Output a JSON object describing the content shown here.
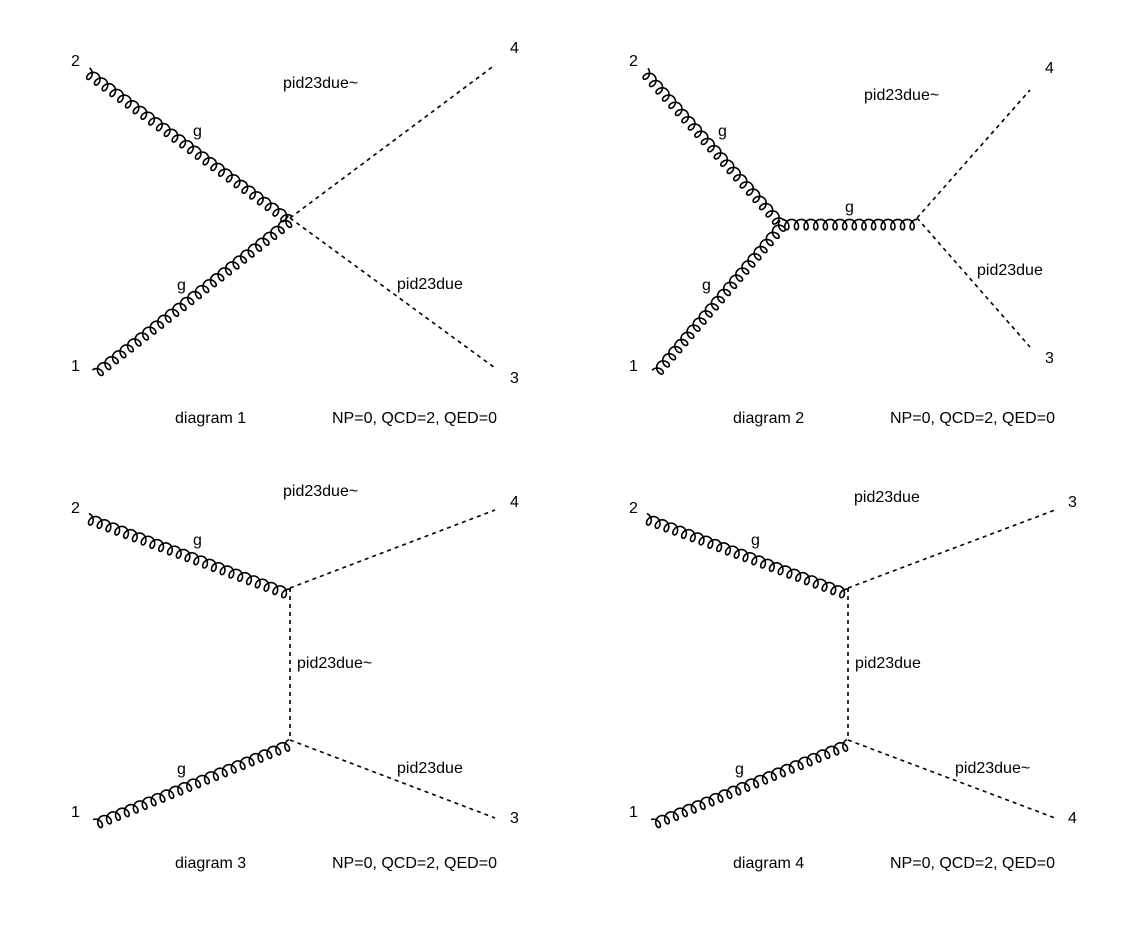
{
  "diagrams": [
    {
      "title": "diagram 1",
      "couplings": "NP=0, QCD=2, QED=0",
      "external_labels": [
        "1",
        "2",
        "3",
        "4"
      ],
      "particle_labels": [
        "g",
        "g",
        "pid23due",
        "pid23due~"
      ]
    },
    {
      "title": "diagram 2",
      "couplings": "NP=0, QCD=2, QED=0",
      "external_labels": [
        "1",
        "2",
        "3",
        "4"
      ],
      "particle_labels": [
        "g",
        "g",
        "g",
        "pid23due",
        "pid23due~"
      ]
    },
    {
      "title": "diagram 3",
      "couplings": "NP=0, QCD=2, QED=0",
      "external_labels": [
        "1",
        "2",
        "3",
        "4"
      ],
      "particle_labels": [
        "g",
        "g",
        "pid23due~",
        "pid23due~",
        "pid23due"
      ]
    },
    {
      "title": "diagram 4",
      "couplings": "NP=0, QCD=2, QED=0",
      "external_labels": [
        "1",
        "2",
        "3",
        "4"
      ],
      "particle_labels": [
        "g",
        "g",
        "pid23due",
        "pid23due",
        "pid23due~"
      ]
    }
  ]
}
